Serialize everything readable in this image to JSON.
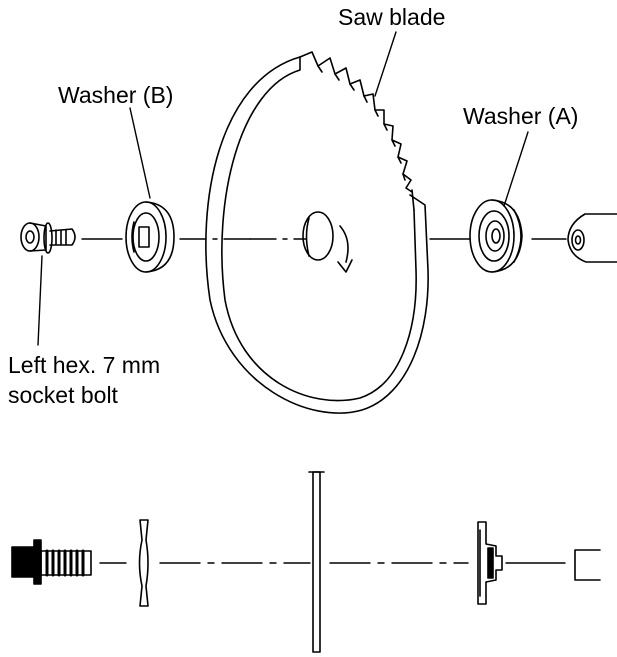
{
  "labels": {
    "saw_blade": "Saw blade",
    "washer_b": "Washer (B)",
    "washer_a": "Washer (A)",
    "bolt_line1": "Left hex. 7 mm",
    "bolt_line2": "socket bolt"
  },
  "colors": {
    "line": "#000000",
    "background": "#ffffff"
  }
}
